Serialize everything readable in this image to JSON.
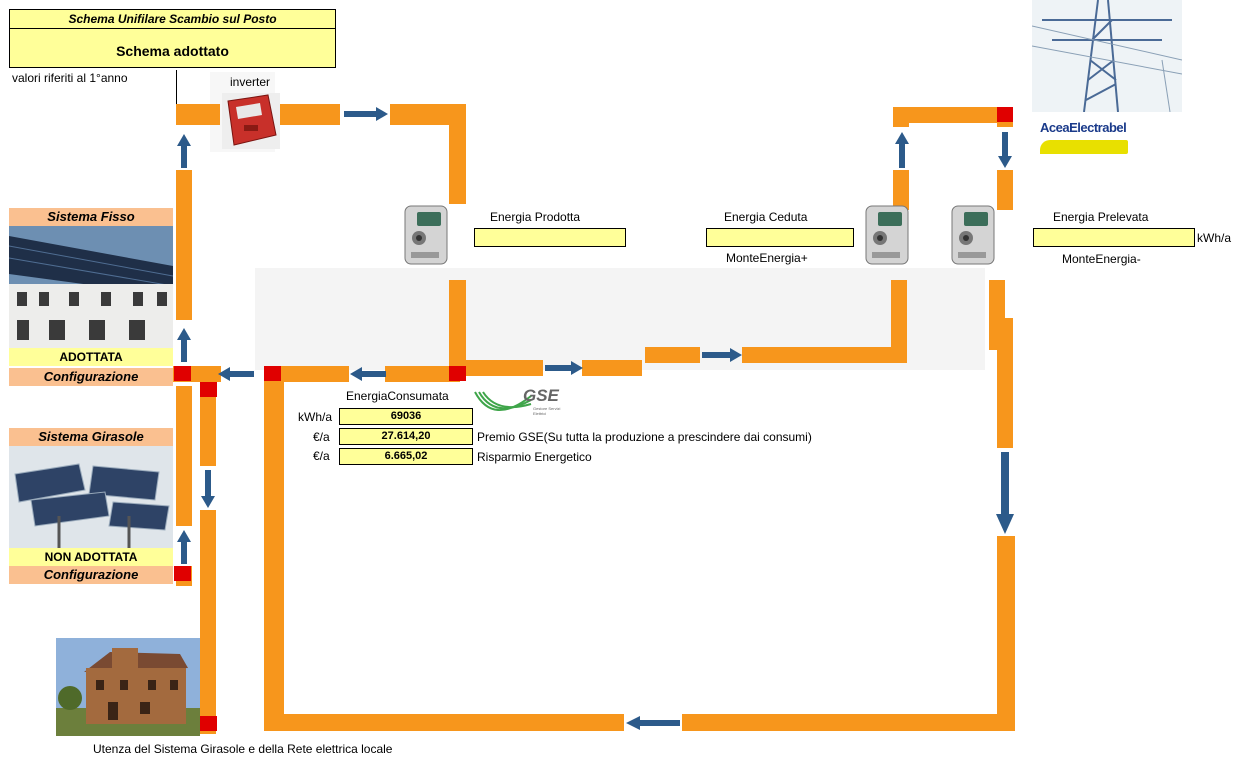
{
  "header": {
    "title": "Schema Unifilare Scambio sul Posto",
    "subtitle": "Schema adottato",
    "note": "valori riferiti al 1°anno"
  },
  "inverter": {
    "label": "inverter"
  },
  "meters": {
    "prodotta": {
      "label": "Energia Prodotta"
    },
    "ceduta": {
      "label": "Energia Ceduta",
      "sublabel": "MonteEnergia+"
    },
    "prelevata": {
      "label": "Energia Prelevata",
      "unit": "kWh/a",
      "sublabel": "MonteEnergia-"
    }
  },
  "systems": {
    "fisso": {
      "title": "Sistema Fisso",
      "status": "ADOTTATA",
      "config": "Configurazione"
    },
    "girasole": {
      "title": "Sistema Girasole",
      "status": "NON ADOTTATA",
      "config": "Configurazione"
    }
  },
  "consumption": {
    "title": "EnergiaConsumata",
    "rows": [
      {
        "unit": "kWh/a",
        "value": "69036",
        "desc": ""
      },
      {
        "unit": "€/a",
        "value": "27.614,20",
        "desc": "Premio GSE(Su tutta la produzione a prescindere dai consumi)"
      },
      {
        "unit": "€/a",
        "value": "6.665,02",
        "desc": "Risparmio Energetico"
      }
    ]
  },
  "logos": {
    "gse": "GSE",
    "gse_small": "Gestore Servizi Elettrici",
    "acea": "AceaElectrabel"
  },
  "footer": {
    "caption": "Utenza del Sistema Girasole e della Rete elettrica locale"
  },
  "colors": {
    "wire": "#f7961c",
    "node": "#e00000",
    "arrow": "#2c5a8a",
    "field": "#ffff99",
    "panel_header": "#fac090"
  }
}
